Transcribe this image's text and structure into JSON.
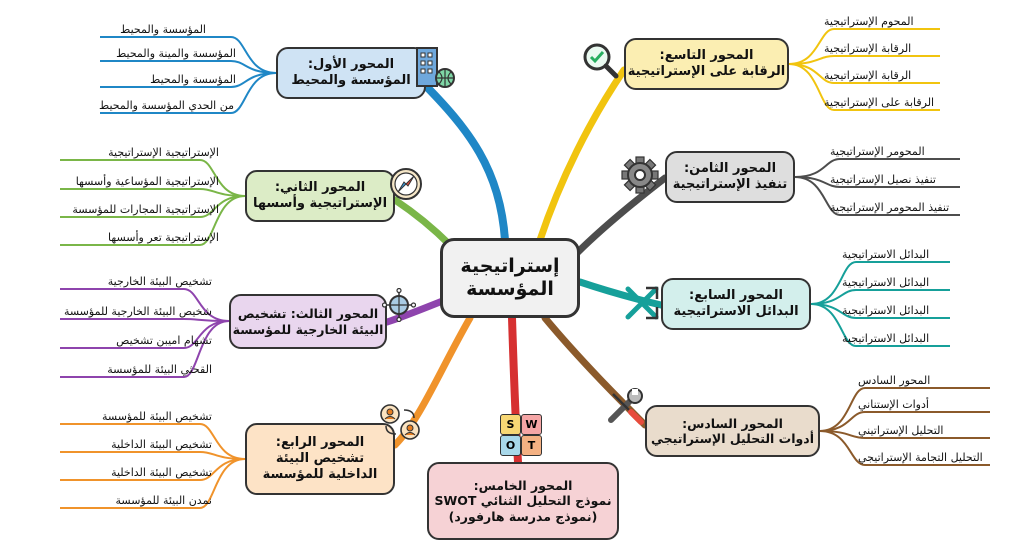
{
  "center": {
    "line1": "إستراتيجية",
    "line2": "المؤسسة"
  },
  "colors": {
    "a1": "#1f87c6",
    "a2": "#7ab648",
    "a3": "#8e44ad",
    "a4": "#f0932b",
    "a5": "#d63031",
    "a6": "#8b5a2b",
    "a7": "#16a09a",
    "a8": "#4d4d4d",
    "a9": "#f1c40f"
  },
  "axes": {
    "a1": {
      "line1": "المحور الأول:",
      "line2": "المؤسسة والمحيط",
      "leaves": [
        "المؤسسة والمحيط",
        "المؤسسة والمينة والمحيط",
        "المؤسسة والمحيط",
        "من الحدي المؤسسة والمحيط"
      ]
    },
    "a2": {
      "line1": "المحور الثاني:",
      "line2": "الإستراتيجية وأسسها",
      "leaves": [
        "الإستراتيجية الإستراتيجية",
        "الإستراتيجية المؤساعية وأسسها",
        "الإستراتيجية المجارات للمؤسسة",
        "الإستراتيجية تعر وأسسها"
      ]
    },
    "a3": {
      "line1": "المحور الثالث: تشخيص",
      "line2": "البيئة الخارجية للمؤسسة",
      "leaves": [
        "تشخيص البيئة الخارجية",
        "شخيص البيئة الخارجية للمؤسسة",
        "تشهام اميبن تشخيص",
        "القحثي البيئة للمؤسسة"
      ]
    },
    "a4": {
      "line1": "المحور الرابع:",
      "line2": "تشخيص البيئة",
      "line3": "الداخلية للمؤسسة",
      "leaves": [
        "تشخيص البيئة للمؤسسة",
        "تشخيص البيئة الداخلية",
        "تشخيص البيئة الداخلية",
        "نمدن البيئة للمؤسسة"
      ]
    },
    "a5": {
      "line1": "المحور الخامس:",
      "line2": "نموذج التحليل الثنائي SWOT",
      "line3": "(نموذج مدرسة هارفورد)",
      "swot": [
        "S",
        "W",
        "O",
        "T"
      ]
    },
    "a6": {
      "line1": "المحور السادس:",
      "line2": "أدوات التحليل الإستراتيجي",
      "leaves": [
        "المحور السادس",
        "أدوات الإستناني",
        "التحليل الإستراتيني",
        "التحليل التجامة الإستراتيجي"
      ]
    },
    "a7": {
      "line1": "المحور السابع:",
      "line2": "البدائل الاستراتيجية",
      "leaves": [
        "البدائل الاستراتيجية",
        "البدائل الاستراتيجية",
        "البدائل الاستراتيجية",
        "البدائل الاستراتيجية"
      ]
    },
    "a8": {
      "line1": "المحور الثامن:",
      "line2": "تنفيذ الإستراتيجية",
      "leaves": [
        "المحومر الإستراتيجية",
        "تنفيذ نصيل الإستراتيجية",
        "تنفيذ المحومر الإستراتيجية"
      ]
    },
    "a9": {
      "line1": "المحور التاسع:",
      "line2": "الرقابة على الإستراتيجية",
      "leaves": [
        "المحوم الإستراتيجية",
        "الرقابة الإستراتيجية",
        "الرقابة الإستراتيجية",
        "الرقابة على الإستراتيجية"
      ]
    }
  },
  "icons": {
    "a1": "building-globe-icon",
    "a2": "compass-icon",
    "a3": "network-globe-icon",
    "a4": "people-exchange-icon",
    "a5": "swot-grid-icon",
    "a6": "wrench-screwdriver-icon",
    "a7": "crossed-arrows-icon",
    "a8": "gear-icon",
    "a9": "magnifier-check-icon"
  }
}
